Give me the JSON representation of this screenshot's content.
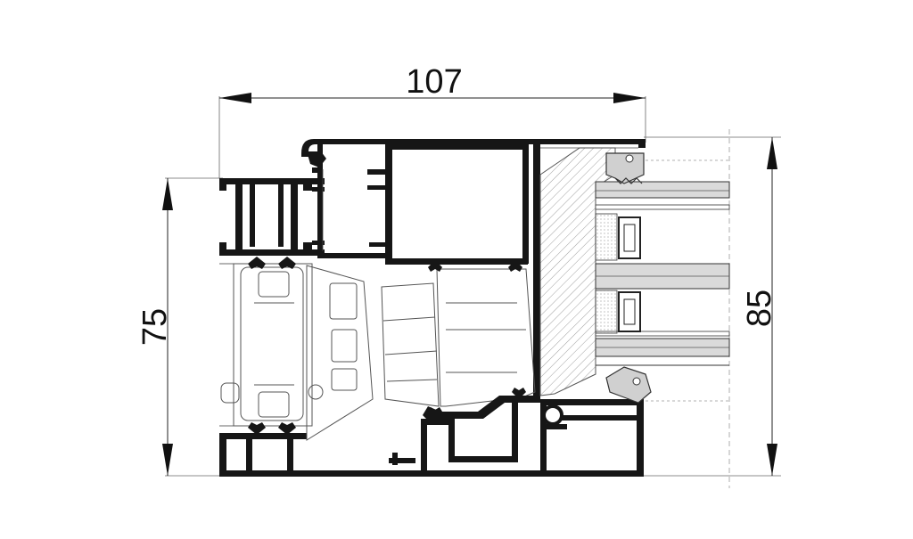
{
  "dimensions": {
    "width": "107",
    "left_height": "75",
    "right_height": "85"
  },
  "colors": {
    "profile": "#161616",
    "line": "#222222",
    "thin": "#555555",
    "seal": "#d0d0d0",
    "glass_band": "#dadada"
  }
}
